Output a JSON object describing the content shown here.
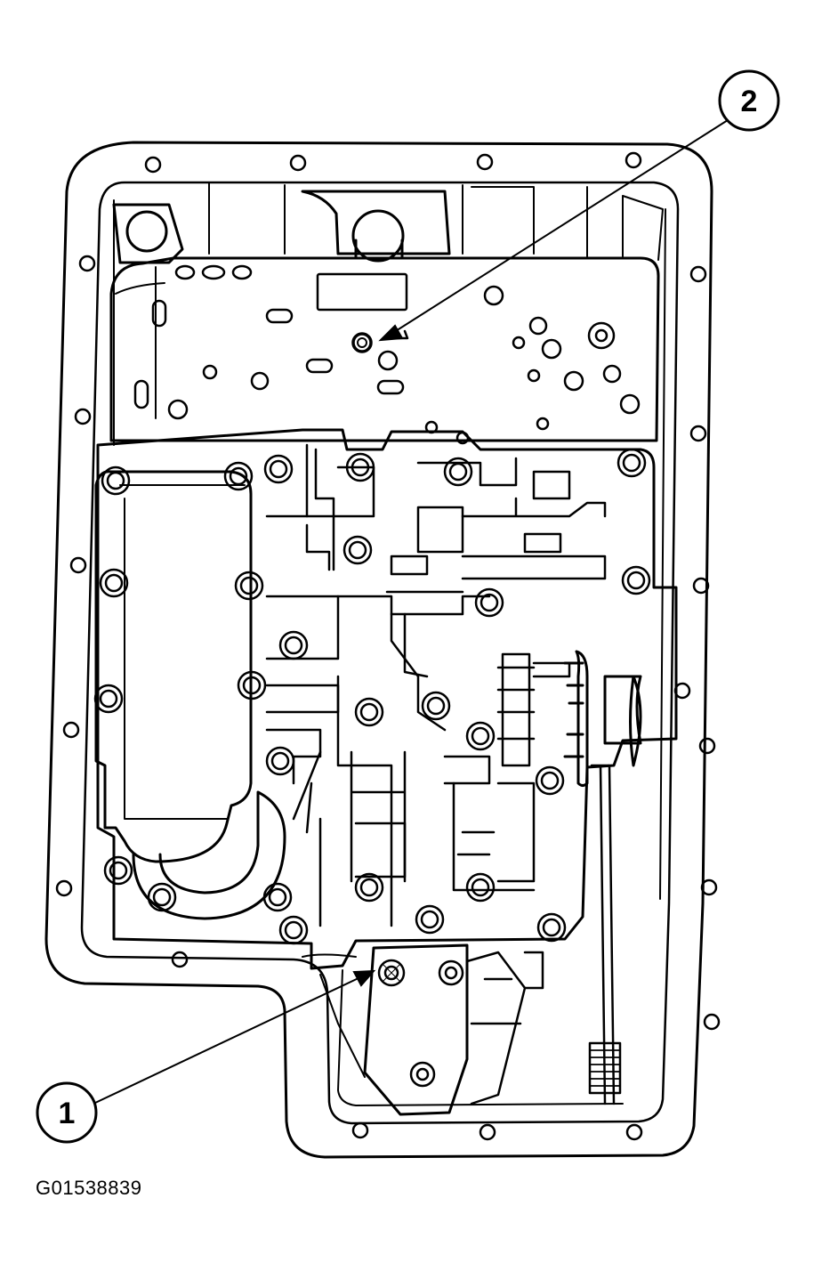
{
  "callouts": [
    {
      "label": "1",
      "target": "valve-body-bolt"
    },
    {
      "label": "2",
      "target": "separator-plate-check-ball"
    }
  ],
  "figure_id": "G01538839",
  "colors": {
    "ink": "#000000",
    "paper": "#ffffff"
  }
}
